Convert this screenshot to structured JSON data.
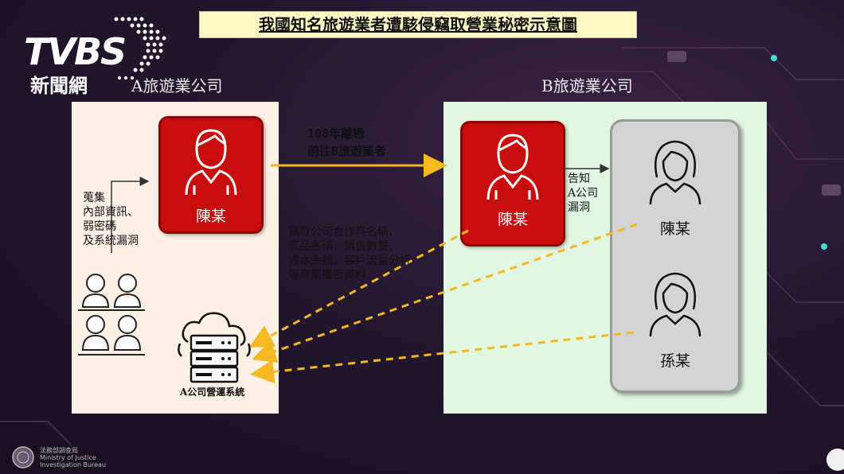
{
  "title": "我國知名旅遊業者遭駭侵竊取營業秘密示意圖",
  "logo": {
    "brand": "TVBS",
    "subtitle": "新聞網"
  },
  "companies": {
    "a": {
      "label": "A旅遊業公司"
    },
    "b": {
      "label": "B旅遊業公司"
    }
  },
  "persons": {
    "chen_a": "陳某",
    "chen_b": "陳某",
    "chen_b_right": "陳某",
    "sun": "孫某"
  },
  "notes": {
    "resign_line1": "108年離職",
    "resign_line2": "前往B旅遊業者",
    "notify": [
      "告知",
      "A公司",
      "漏洞"
    ],
    "collect": [
      "蒐集",
      "內部資訊、",
      "弱密碼",
      "及系統漏洞"
    ],
    "steal": [
      "竊取公司合作商名稱、",
      "商品名稱、銷售數量、",
      "成本金額、客戶流量分析",
      "等商業機密資料"
    ]
  },
  "system_label": "A公司營運系統",
  "footer": {
    "line1": "法務部調查局",
    "line2": "Ministry of Justice",
    "line3": "Investigation Bureau"
  },
  "colors": {
    "arrow": "#f5b820",
    "red": "#c80d0d",
    "title_bg": "#fff9c4"
  }
}
